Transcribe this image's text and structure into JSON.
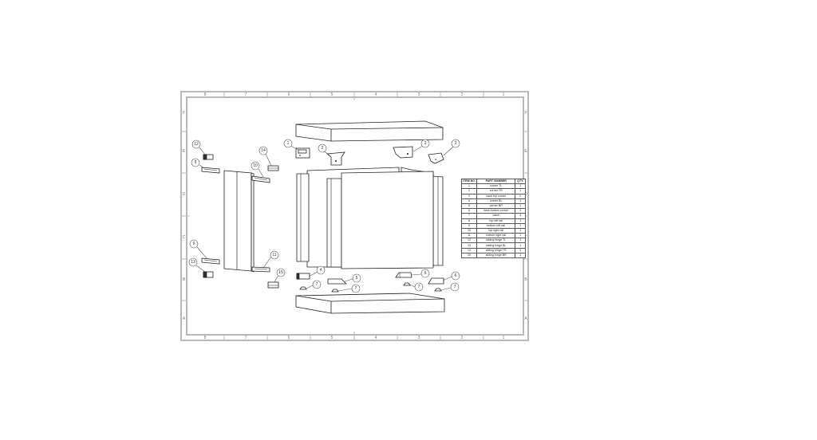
{
  "drawing": {
    "type": "exploded assembly drawing",
    "columns_top": [
      "8",
      "7",
      "6",
      "5",
      "4",
      "3",
      "2",
      "1"
    ],
    "columns_bottom": [
      "8",
      "7",
      "6",
      "5",
      "4",
      "3",
      "2",
      "1"
    ],
    "rows_left": [
      "F",
      "E",
      "D",
      "C",
      "B",
      "A"
    ],
    "rows_right": [
      "F",
      "E",
      "D",
      "C",
      "B",
      "A"
    ],
    "balloons": [
      {
        "id": "b12",
        "label": "12"
      },
      {
        "id": "b8",
        "label": "8"
      },
      {
        "id": "b14",
        "label": "14"
      },
      {
        "id": "b10",
        "label": "10"
      },
      {
        "id": "b9",
        "label": "9"
      },
      {
        "id": "b13",
        "label": "13"
      },
      {
        "id": "b11",
        "label": "11"
      },
      {
        "id": "b15",
        "label": "15"
      },
      {
        "id": "b1",
        "label": "1"
      },
      {
        "id": "b2",
        "label": "2"
      },
      {
        "id": "b3a",
        "label": "3"
      },
      {
        "id": "b3b",
        "label": "3"
      },
      {
        "id": "b4",
        "label": "4"
      },
      {
        "id": "b5",
        "label": "5"
      },
      {
        "id": "b6a",
        "label": "6"
      },
      {
        "id": "b6b",
        "label": "6"
      },
      {
        "id": "b7a",
        "label": "7"
      },
      {
        "id": "b7b",
        "label": "7"
      },
      {
        "id": "b7c",
        "label": "7"
      },
      {
        "id": "b7d",
        "label": "7"
      }
    ]
  },
  "bom": {
    "headers": {
      "item": "ITEM NO.",
      "part": "PART NUMBER",
      "qty": "QTY."
    },
    "rows": [
      {
        "item": "1",
        "part": "corner TL",
        "qty": "1"
      },
      {
        "item": "2",
        "part": "corner TR",
        "qty": "1"
      },
      {
        "item": "3",
        "part": "back top corner",
        "qty": "2"
      },
      {
        "item": "4",
        "part": "corner BL",
        "qty": "1"
      },
      {
        "item": "5",
        "part": "corner BR",
        "qty": "1"
      },
      {
        "item": "6",
        "part": "back bottom corner",
        "qty": "2"
      },
      {
        "item": "7",
        "part": "catch",
        "qty": "4"
      },
      {
        "item": "8",
        "part": "top left rail",
        "qty": "1"
      },
      {
        "item": "9",
        "part": "bottom left rail",
        "qty": "1"
      },
      {
        "item": "10",
        "part": "top right rail",
        "qty": "1"
      },
      {
        "item": "11",
        "part": "bottom right rail",
        "qty": "1"
      },
      {
        "item": "12",
        "part": "sliding hinge TL",
        "qty": "1"
      },
      {
        "item": "13",
        "part": "sliding hinge BL",
        "qty": "1"
      },
      {
        "item": "14",
        "part": "sliding hinge TR",
        "qty": "1"
      },
      {
        "item": "15",
        "part": "sliding hinge BR",
        "qty": "1"
      }
    ]
  },
  "colors": {
    "frame": "#b8b8b8",
    "line": "#222222",
    "background": "#ffffff"
  }
}
